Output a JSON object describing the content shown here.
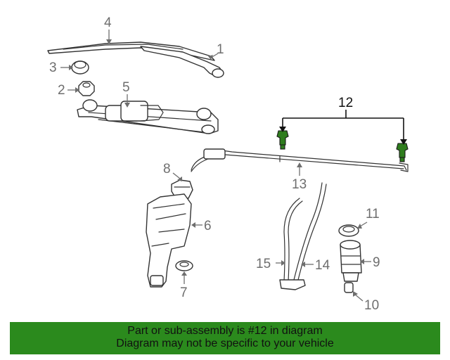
{
  "diagram": {
    "callouts": {
      "c1": "1",
      "c2": "2",
      "c3": "3",
      "c4": "4",
      "c5": "5",
      "c6": "6",
      "c7": "7",
      "c8": "8",
      "c9": "9",
      "c10": "10",
      "c11": "11",
      "c12": "12",
      "c13": "13",
      "c14": "14",
      "c15": "15"
    },
    "highlight_color": "#2f7d1e"
  },
  "banner": {
    "line1": "Part or sub-assembly is #12 in diagram",
    "line2": "Diagram may not be specific to your vehicle",
    "background": "#2b8a1d"
  }
}
